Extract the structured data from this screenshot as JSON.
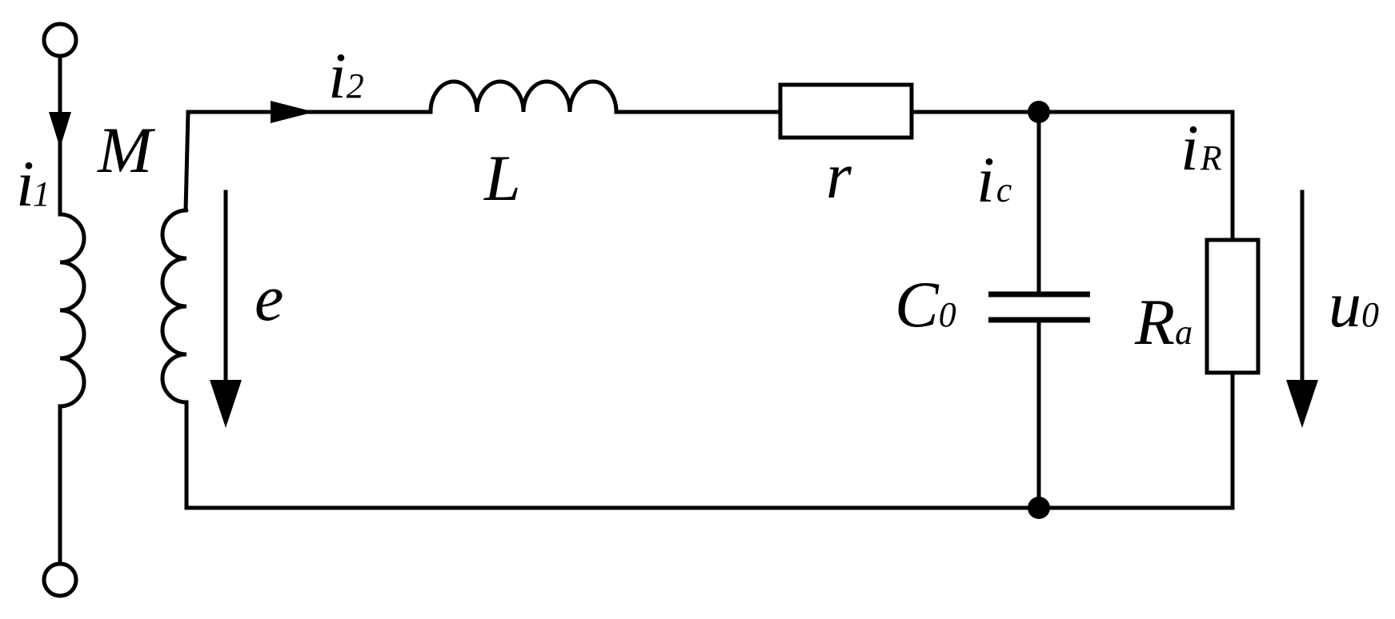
{
  "labels": {
    "i1_main": "i",
    "i1_sub": "1",
    "M": "M",
    "i2_main": "i",
    "i2_sub": "2",
    "L": "L",
    "r": "r",
    "e": "e",
    "ic_main": "i",
    "ic_sub": "c",
    "iR_main": "i",
    "iR_sub": "R",
    "C0_main": "C",
    "C0_sub": "0",
    "Ra_main": "R",
    "Ra_sub": "a",
    "u0_main": "u",
    "u0_sub": "0"
  }
}
